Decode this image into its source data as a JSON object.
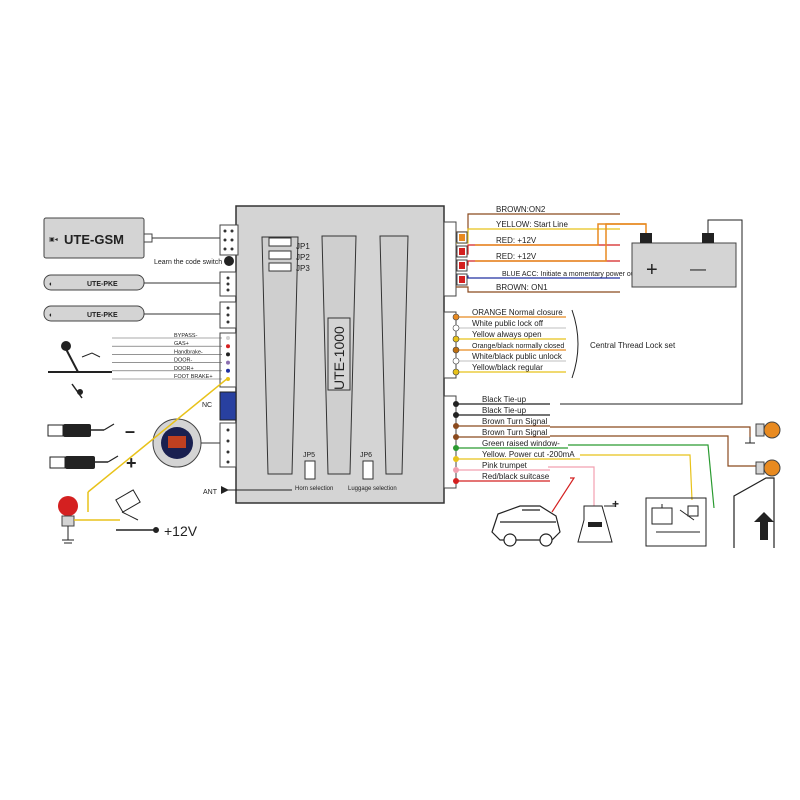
{
  "modules": {
    "gsm": "UTE-GSM",
    "pke1": "UTE-PKE",
    "pke2": "UTE-PKE",
    "main_unit": "UTE-1000"
  },
  "learn_code_switch": "Learn the code switch",
  "jumpers": {
    "jp1": "JP1",
    "jp2": "JP2",
    "jp3": "JP3",
    "jp5": "JP5",
    "jp6": "JP6"
  },
  "selections": {
    "horn": "Horn selection",
    "luggage": "Luggage selection"
  },
  "nc_label": "NC",
  "ant_label": "ANT",
  "left_inputs": [
    "BYPASS-",
    "GAS+",
    "Handbrake-",
    "DOOR-",
    "DOOR+",
    "FOOT BRAKE+"
  ],
  "power_wires": [
    "BROWN:ON2",
    "YELLOW: Start Line",
    "RED:  +12V",
    "RED:  +12V",
    "BLUE ACC:  Initiate a momentary power outage",
    "BROWN:  ON1"
  ],
  "lock_wires": [
    "ORANGE    Normal closure",
    "White  public  lock off",
    "Yellow  always open",
    "Orange/black  normally closed",
    "White/black  public  unlock",
    "Yellow/black  regular"
  ],
  "lock_group_label": "Central Thread Lock set",
  "output_wires": [
    "Black       Tie-up",
    "Black       Tie-up",
    "Brown  Turn Signal",
    "Brown  Turn Signal",
    "Green  raised window-",
    "Yellow. Power cut  -200mA",
    "Pink    trumpet",
    "Red/black   suitcase"
  ],
  "battery": {
    "plus": "+",
    "minus": "—"
  },
  "supply": "+12V",
  "polarity": {
    "minus": "–",
    "plus": "+"
  },
  "horn_plus": "+",
  "colors": {
    "brown": "#8b4a1e",
    "yellow": "#e8c21a",
    "red": "#d42020",
    "blue": "#2030a0",
    "orange": "#e88a20",
    "green": "#2a9a30",
    "pink": "#f2a0b0",
    "gray": "#d2d2d2"
  }
}
